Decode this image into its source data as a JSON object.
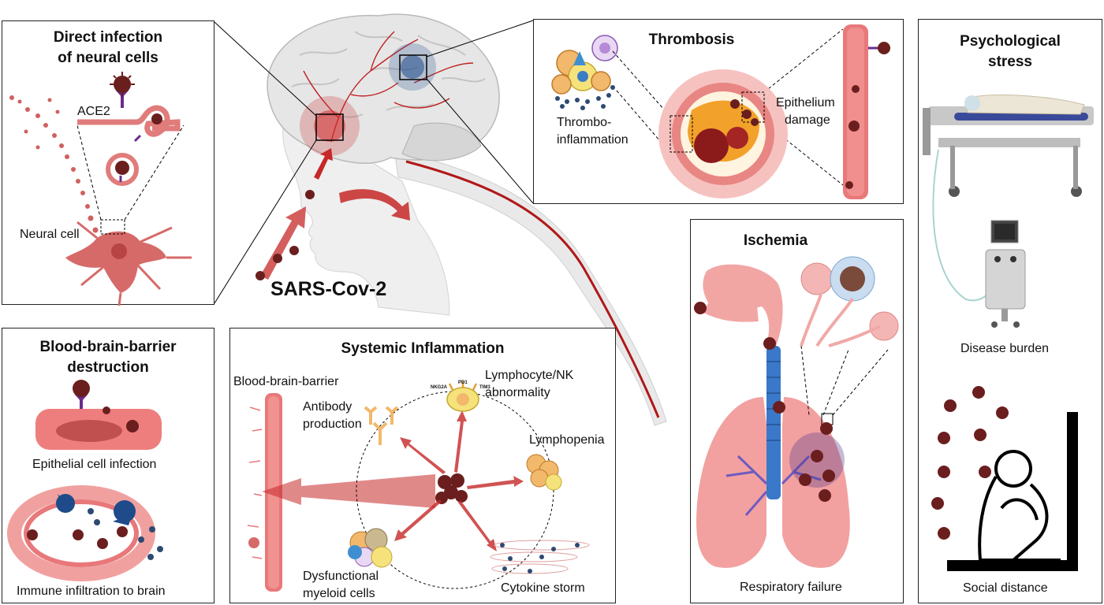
{
  "center": {
    "virus_label": "SARS-Cov-2"
  },
  "neural": {
    "title_line1": "Direct infection",
    "title_line2": "of neural cells",
    "ace2": "ACE2",
    "neural_cell": "Neural cell"
  },
  "thrombosis": {
    "title": "Thrombosis",
    "thrombo_line1": "Thrombo-",
    "thrombo_line2": "inflammation",
    "epi_line1": "Epithelium",
    "epi_line2": "damage"
  },
  "stress": {
    "title_line1": "Psychological",
    "title_line2": "stress",
    "disease_burden": "Disease burden",
    "social_distance": "Social distance"
  },
  "ischemia": {
    "title": "Ischemia",
    "respiratory_failure": "Respiratory failure"
  },
  "bbb": {
    "title_line1": "Blood-brain-barrier",
    "title_line2": "destruction",
    "epithelial": "Epithelial cell infection",
    "immune": "Immune infiltration to brain"
  },
  "systemic": {
    "title": "Systemic Inflammation",
    "bbb_label": "Blood-brain-barrier",
    "antibody_line1": "Antibody",
    "antibody_line2": "production",
    "lympho_line1": "Lymphocyte/NK",
    "lympho_line2": "abnormality",
    "lymphopenia": "Lymphopenia",
    "myeloid_line1": "Dysfunctional",
    "myeloid_line2": "myeloid cells",
    "cytokine": "Cytokine storm",
    "marker_nkg2a": "NKG2A",
    "marker_pd1": "PD1",
    "marker_tim3": "TIM3"
  },
  "colors": {
    "virus": "#6b1e1e",
    "vessel_red": "#e8787a",
    "vessel_light": "#f6c2c0",
    "receptor_purple": "#6a2c8c",
    "brain_gray": "#e6e6e6",
    "trachea_blue": "#3a78c9"
  }
}
